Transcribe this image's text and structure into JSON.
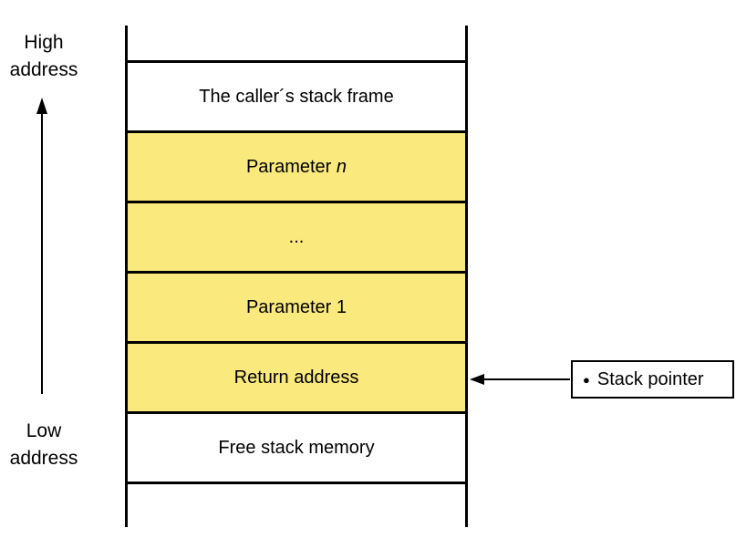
{
  "labels": {
    "high_address": "High\naddress",
    "low_address": "Low\naddress"
  },
  "stack": {
    "rows": [
      {
        "id": "caller-frame",
        "fill": "#ffffff",
        "parts": [
          {
            "text": "The caller´s stack frame",
            "italic": false
          }
        ]
      },
      {
        "id": "parameter-n",
        "fill": "#fae97c",
        "parts": [
          {
            "text": "Parameter ",
            "italic": false
          },
          {
            "text": "n",
            "italic": true
          }
        ]
      },
      {
        "id": "ellipsis",
        "fill": "#fae97c",
        "parts": [
          {
            "text": "...",
            "italic": false
          }
        ]
      },
      {
        "id": "parameter-1",
        "fill": "#fae97c",
        "parts": [
          {
            "text": "Parameter 1",
            "italic": false
          }
        ]
      },
      {
        "id": "return-address",
        "fill": "#fae97c",
        "parts": [
          {
            "text": "Return address",
            "italic": false
          }
        ]
      },
      {
        "id": "free-memory",
        "fill": "#ffffff",
        "parts": [
          {
            "text": "Free stack memory",
            "italic": false
          }
        ]
      }
    ]
  },
  "pointer": {
    "bullet": "●",
    "label": "Stack pointer"
  },
  "colors": {
    "yellow": "#fae97c",
    "border": "#000000",
    "background": "#ffffff"
  }
}
